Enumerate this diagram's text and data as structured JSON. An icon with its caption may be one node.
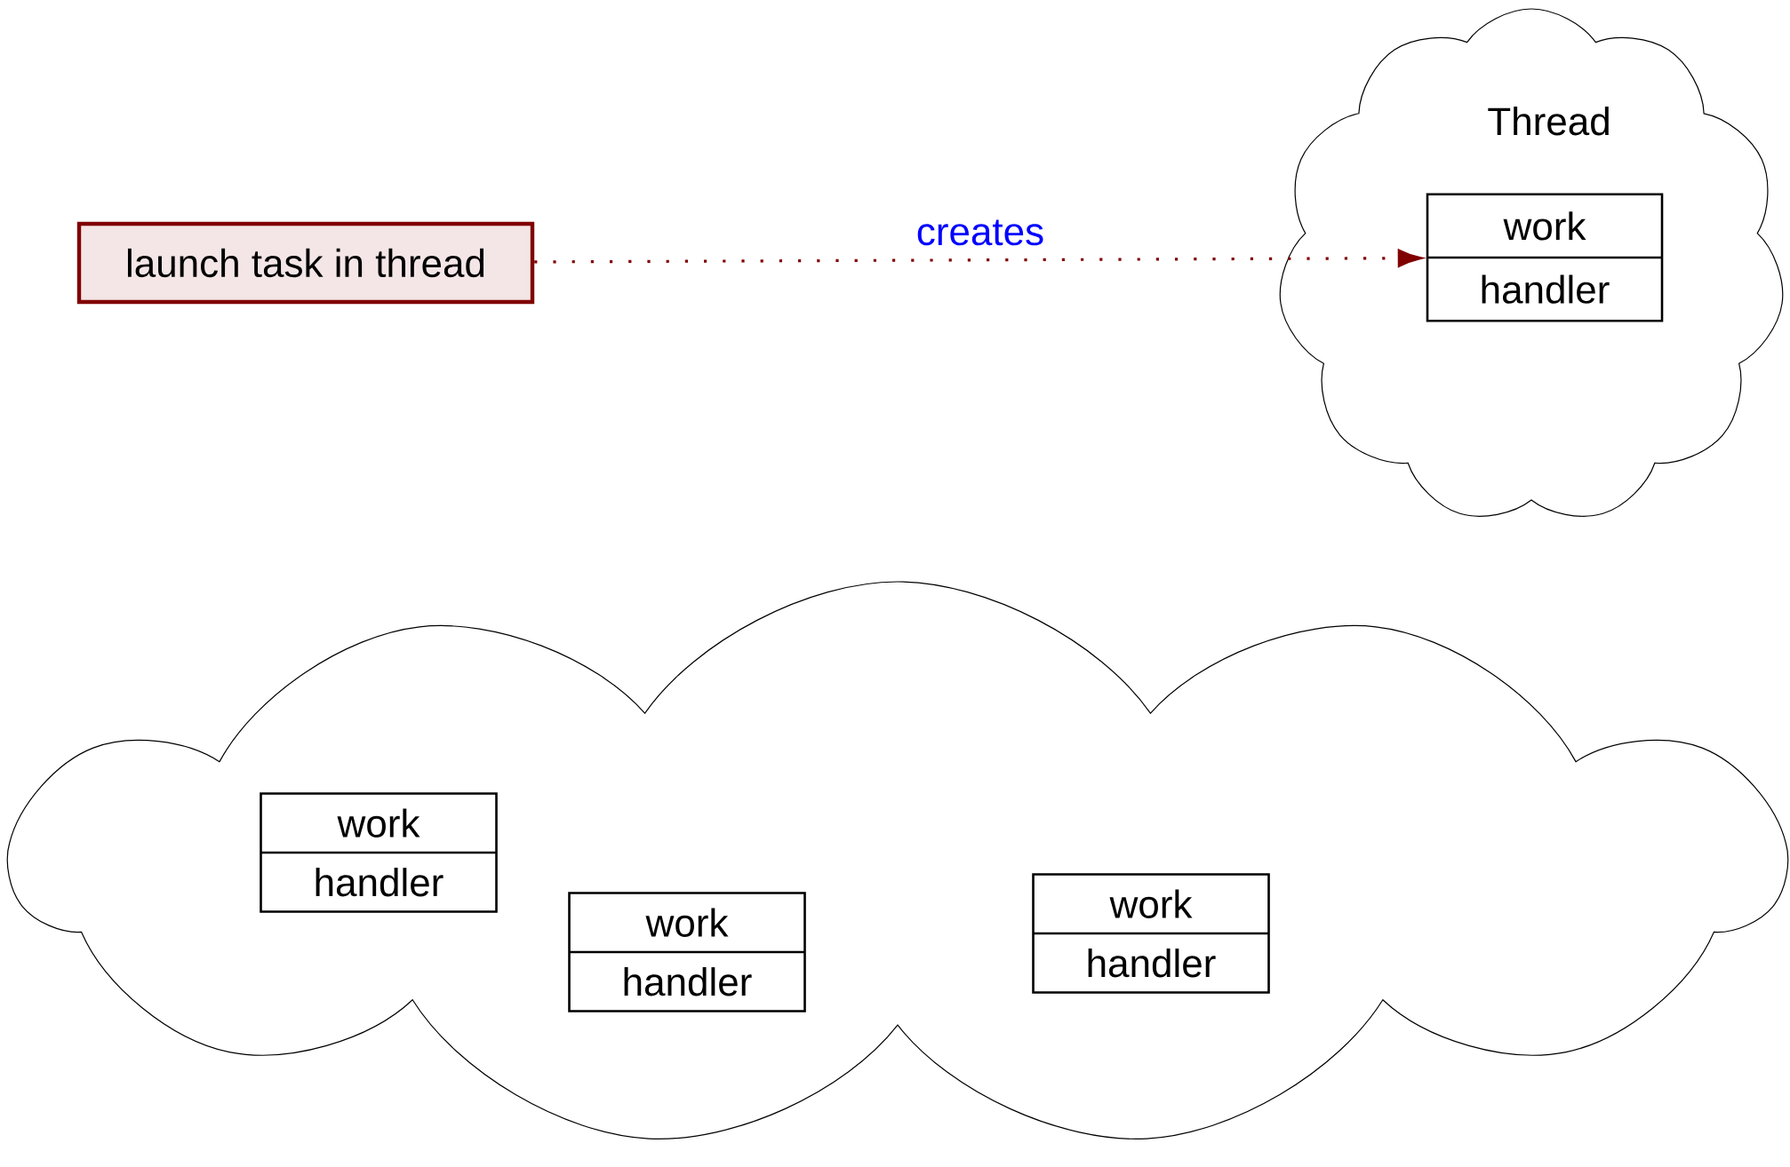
{
  "diagram": {
    "nodes": [
      {
        "text": [
          "launch task in thread"
        ]
      },
      {
        "text": [
          "Thread"
        ]
      },
      {
        "text": [
          "work",
          "handler"
        ],
        "in": 1
      },
      {
        "text": [],
        "shape": "cloud"
      },
      {
        "text": [
          "work",
          "handler"
        ],
        "in": 3
      },
      {
        "text": [
          "work",
          "handler"
        ],
        "in": 3
      },
      {
        "text": [
          "work",
          "handler"
        ],
        "in": 3
      }
    ],
    "edges": [
      {
        "from": 0,
        "to": 2,
        "arrow": "to",
        "label": "creates",
        "style": "dashed",
        "color": "#800000"
      }
    ]
  }
}
